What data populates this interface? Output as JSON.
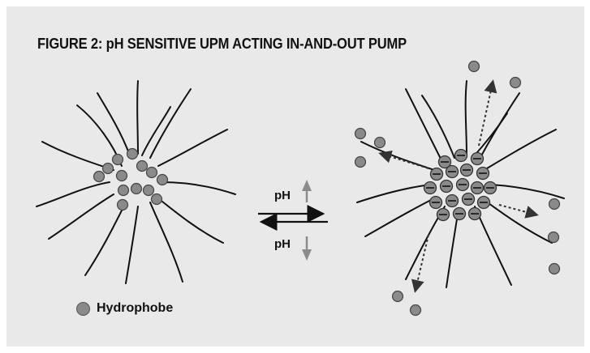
{
  "figure": {
    "title": "FIGURE 2: pH SENSITIVE UPM ACTING IN-AND-OUT PUMP"
  },
  "equilibrium": {
    "top_label": "pH",
    "top_direction": "up",
    "bottom_label": "pH",
    "bottom_direction": "down"
  },
  "legend": {
    "label": "Hydrophobe",
    "swatch_color": "#8a8a8a"
  },
  "colors": {
    "background": "#e9e9e9",
    "chains": "#111111",
    "hydrophobe_fill": "#8a8a8a",
    "ph_arrow": "#8c8c8c",
    "release_arrow": "#333333"
  }
}
